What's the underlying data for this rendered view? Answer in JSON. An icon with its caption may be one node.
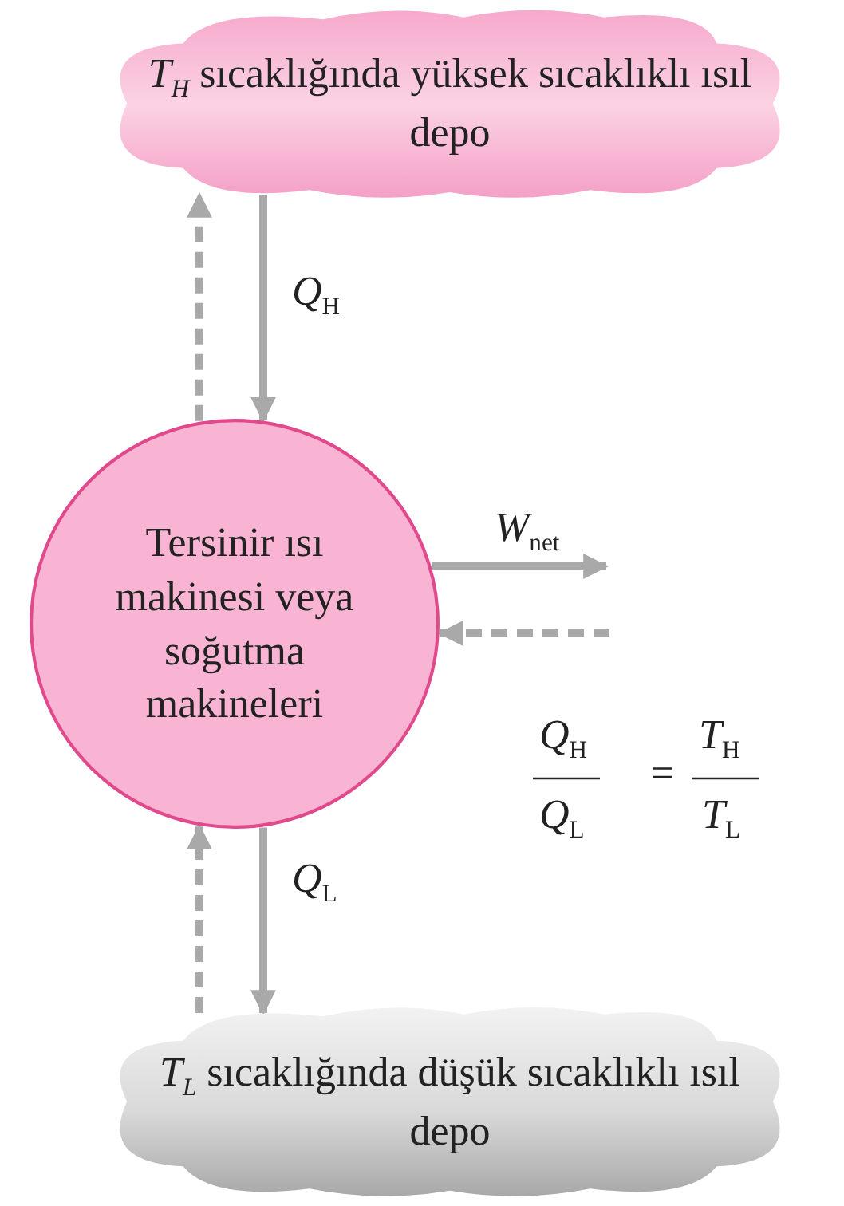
{
  "diagram": {
    "nodes": [
      {
        "text": [
          "*T*$_{H}$ sıcaklığında yüksek sıcaklıklı ısıl depo"
        ]
      },
      {
        "text": [
          "Tersinir ısı makinesi veya soğutma makineleri"
        ]
      },
      {
        "text": [
          "*T*$_{L}$ sıcaklığında düşük sıcaklıklı ısıl depo"
        ]
      }
    ],
    "edges": [
      {
        "from": 0,
        "to": 1,
        "arrow": "to",
        "label": "*Q*$_{H}$"
      },
      {
        "from": 1,
        "to": 0,
        "arrow": "to",
        "style": "dashed"
      },
      {
        "from": 1,
        "to": null,
        "arrow": "to",
        "label": "*W*$_{net}$"
      },
      {
        "from": null,
        "to": 1,
        "arrow": "to",
        "style": "dashed"
      },
      {
        "from": 1,
        "to": 2,
        "arrow": "to",
        "label": "*Q*$_{L}$"
      },
      {
        "from": 2,
        "to": 1,
        "arrow": "to",
        "style": "dashed"
      }
    ],
    "labels": [
      "*Q*$_{H}$",
      "*Q*$_{L}$",
      "=",
      "*T*$_{H}$",
      "*T*$_{L}$"
    ]
  }
}
